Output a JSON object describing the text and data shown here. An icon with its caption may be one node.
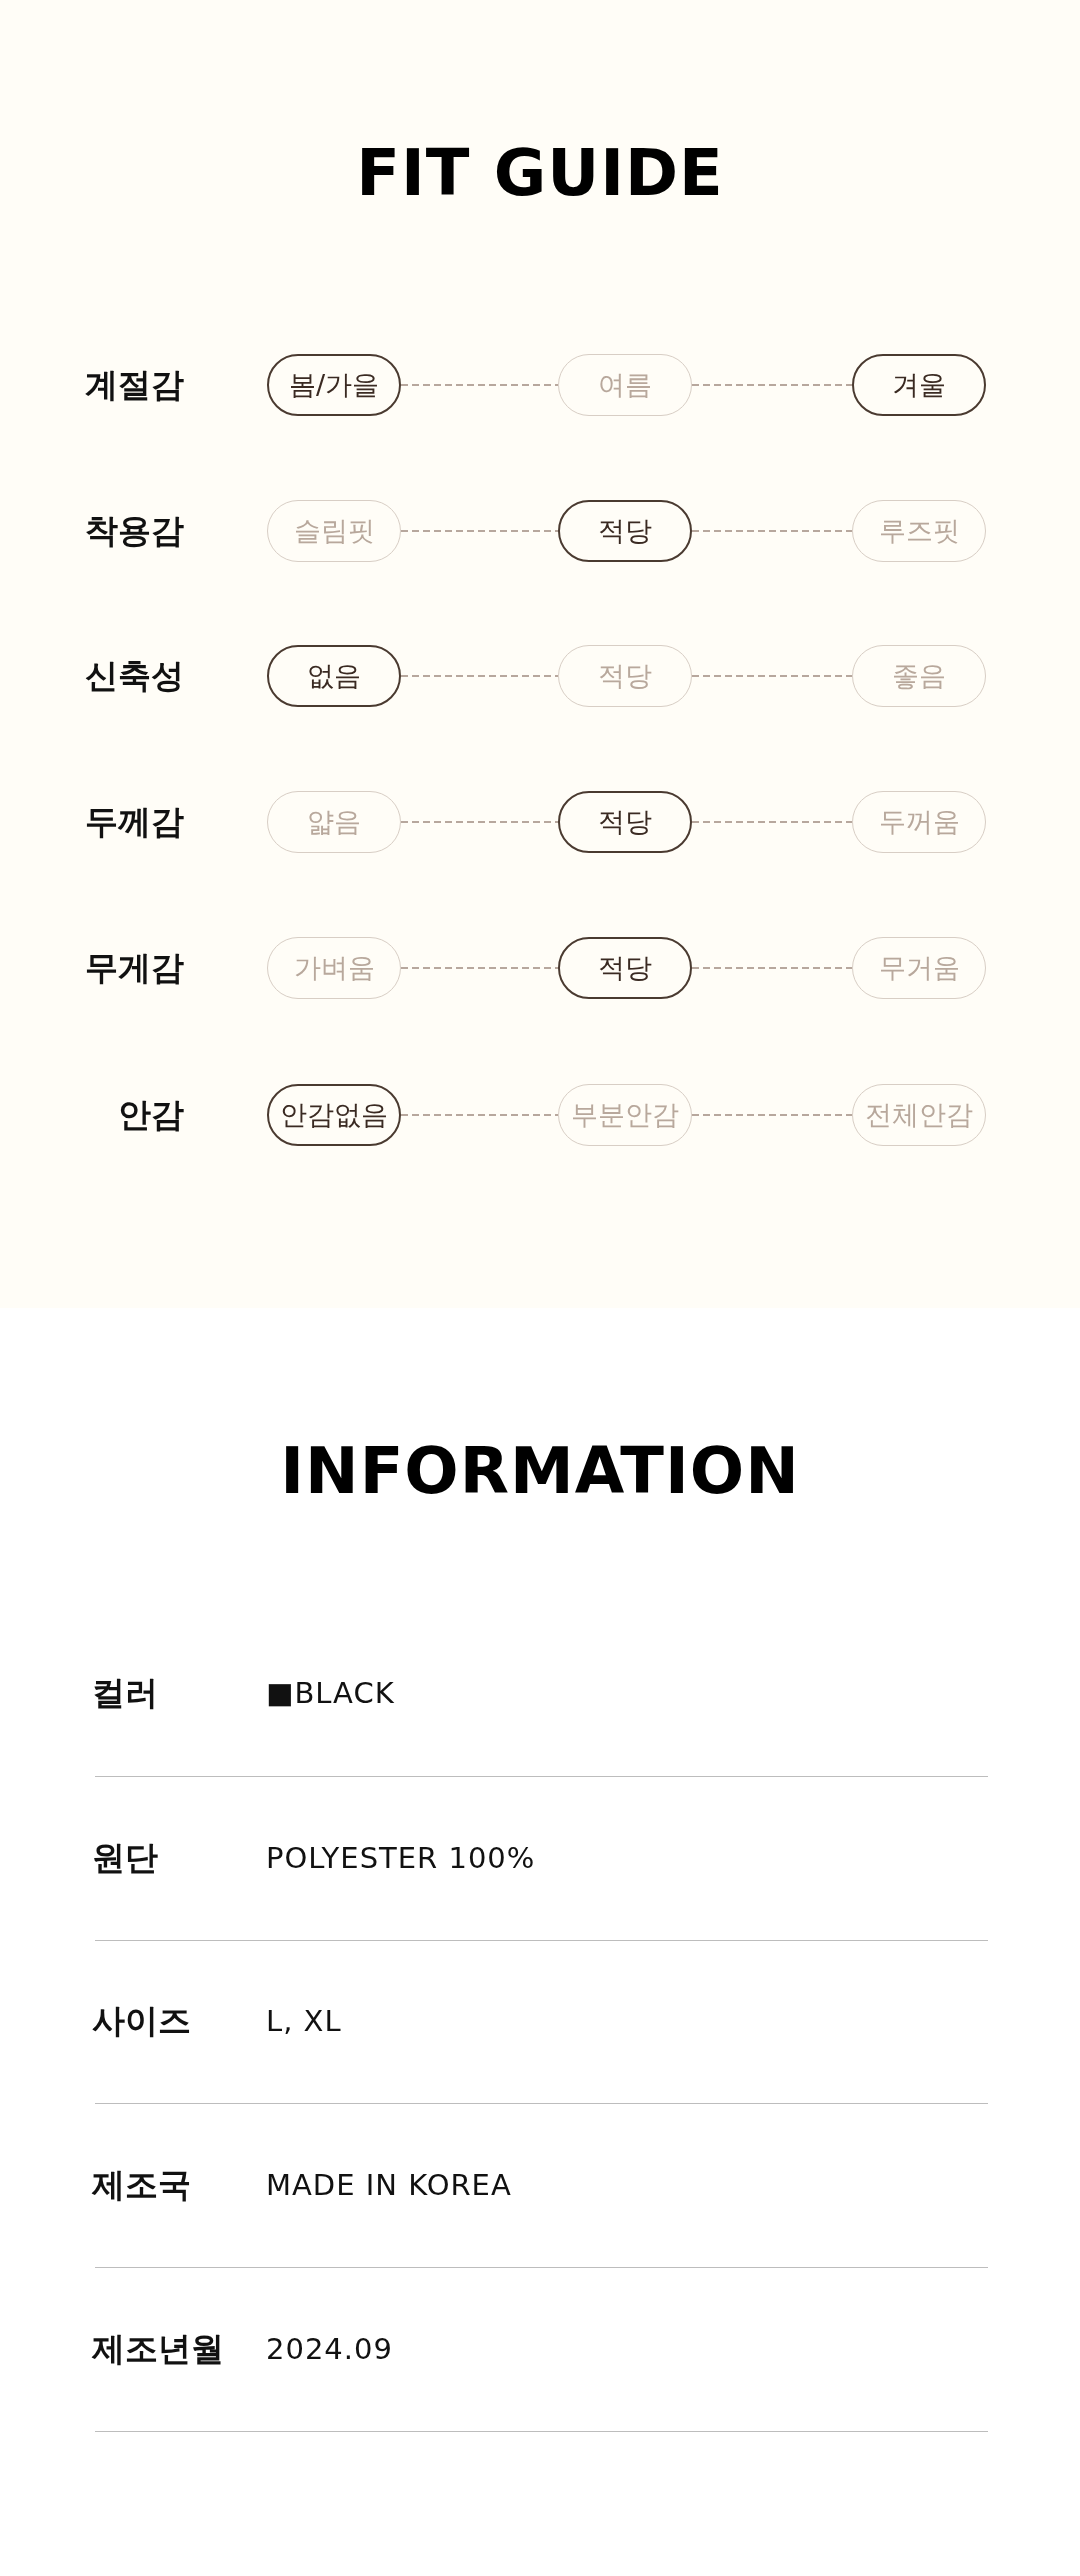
{
  "diagram": {
    "title": "FIT GUIDE",
    "nodes": [
      {
        "text": [
          "봄/가을"
        ]
      },
      {
        "text": [
          "여름"
        ]
      },
      {
        "text": [
          "겨울"
        ]
      },
      {
        "text": [
          "슬림핏"
        ]
      },
      {
        "text": [
          "적당"
        ]
      },
      {
        "text": [
          "루즈핏"
        ]
      },
      {
        "text": [
          "없음"
        ]
      },
      {
        "text": [
          "적당"
        ]
      },
      {
        "text": [
          "좋음"
        ]
      },
      {
        "text": [
          "얇음"
        ]
      },
      {
        "text": [
          "적당"
        ]
      },
      {
        "text": [
          "두꺼움"
        ]
      },
      {
        "text": [
          "가벼움"
        ]
      },
      {
        "text": [
          "적당"
        ]
      },
      {
        "text": [
          "무거움"
        ]
      },
      {
        "text": [
          "안감없음"
        ]
      },
      {
        "text": [
          "부분안감"
        ]
      },
      {
        "text": [
          "전체안감"
        ]
      }
    ],
    "edges": [
      {
        "from": 0,
        "to": 1,
        "arrow": "none",
        "style": "dashed"
      },
      {
        "from": 1,
        "to": 2,
        "arrow": "none",
        "style": "dashed"
      },
      {
        "from": 3,
        "to": 4,
        "arrow": "none",
        "style": "dashed"
      },
      {
        "from": 4,
        "to": 5,
        "arrow": "none",
        "style": "dashed"
      },
      {
        "from": 6,
        "to": 7,
        "arrow": "none",
        "style": "dashed"
      },
      {
        "from": 7,
        "to": 8,
        "arrow": "none",
        "style": "dashed"
      },
      {
        "from": 9,
        "to": 10,
        "arrow": "none",
        "style": "dashed"
      },
      {
        "from": 10,
        "to": 11,
        "arrow": "none",
        "style": "dashed"
      },
      {
        "from": 12,
        "to": 13,
        "arrow": "none",
        "style": "dashed"
      },
      {
        "from": 13,
        "to": 14,
        "arrow": "none",
        "style": "dashed"
      },
      {
        "from": 15,
        "to": 16,
        "arrow": "none",
        "style": "dashed"
      },
      {
        "from": 16,
        "to": 17,
        "arrow": "none",
        "style": "dashed"
      }
    ],
    "labels": [
      "계절감",
      "착용감",
      "신축성",
      "두께감",
      "무게감",
      "안감",
      "INFORMATION",
      "컬러",
      "■BLACK",
      "원단",
      "POLYESTER 100%",
      "사이즈",
      "L, XL",
      "제조국",
      "MADE IN KOREA",
      "제조년월",
      "2024.09"
    ]
  }
}
